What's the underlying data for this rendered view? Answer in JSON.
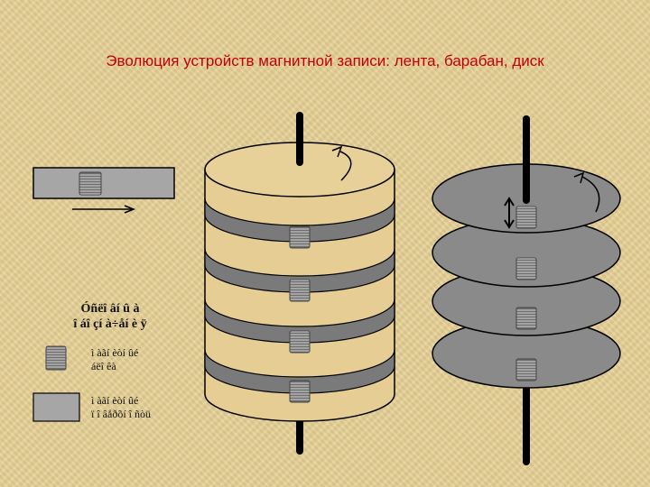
{
  "title": "Эволюция устройств магнитной записи: лента, барабан, диск",
  "legend": {
    "title_line1": "Óñëî âí û à",
    "title_line2": "î áî çí à÷åí è ÿ",
    "item1_line1": "ì àãí èòí ûé",
    "item1_line2": "áëî êà",
    "item2_line1": "ì àãí èòí ûé",
    "item2_line2": "ï î âåðõí î ñòü"
  },
  "colors": {
    "title": "#c0000c",
    "surface": "#a6a6a6",
    "band": "#7a7a7a",
    "disk": "#8a8a8a",
    "axis": "#000000"
  },
  "icons": [
    "rotation-arrow-icon",
    "motion-arrow-icon",
    "double-arrow-icon",
    "magnetic-head-icon"
  ]
}
